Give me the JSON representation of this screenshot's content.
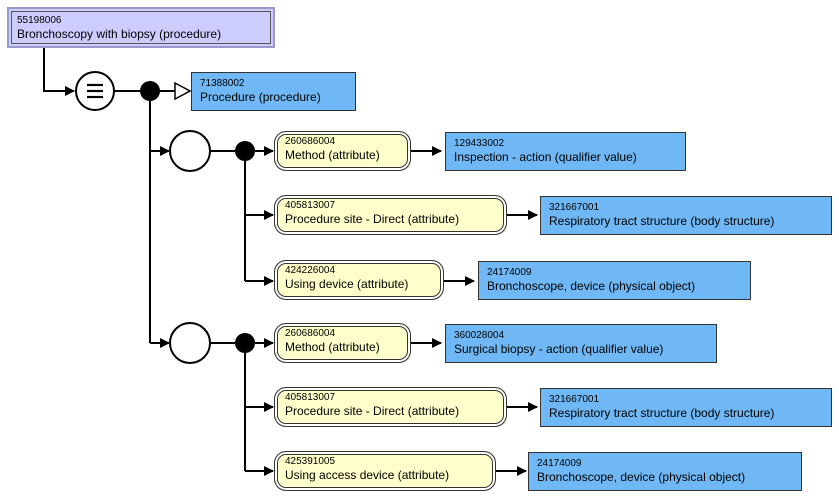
{
  "root": {
    "id": "55198006",
    "term": "Bronchoscopy with biopsy (procedure)"
  },
  "parent": {
    "id": "71388002",
    "term": "Procedure (procedure)"
  },
  "groups": [
    {
      "rows": [
        {
          "attr_id": "260686004",
          "attr_term": "Method (attribute)",
          "val_id": "129433002",
          "val_term": "Inspection - action (qualifier value)"
        },
        {
          "attr_id": "405813007",
          "attr_term": "Procedure site - Direct (attribute)",
          "val_id": "321667001",
          "val_term": "Respiratory tract structure (body structure)"
        },
        {
          "attr_id": "424226004",
          "attr_term": "Using device (attribute)",
          "val_id": "24174009",
          "val_term": "Bronchoscope, device (physical object)"
        }
      ]
    },
    {
      "rows": [
        {
          "attr_id": "260686004",
          "attr_term": "Method (attribute)",
          "val_id": "360028004",
          "val_term": "Surgical biopsy - action (qualifier value)"
        },
        {
          "attr_id": "405813007",
          "attr_term": "Procedure site - Direct (attribute)",
          "val_id": "321667001",
          "val_term": "Respiratory tract structure (body structure)"
        },
        {
          "attr_id": "425391005",
          "attr_term": "Using access device (attribute)",
          "val_id": "24174009",
          "val_term": "Bronchoscope, device (physical object)"
        }
      ]
    }
  ],
  "colors": {
    "root": "#ccccff",
    "concept": "#6fb8f5",
    "attribute": "#ffffcc",
    "line": "#000000"
  },
  "icons": {
    "definition_status": "equivalence-icon",
    "group": "empty-circle-icon",
    "conjunction": "filled-dot-icon",
    "isa": "hollow-arrow-icon"
  }
}
